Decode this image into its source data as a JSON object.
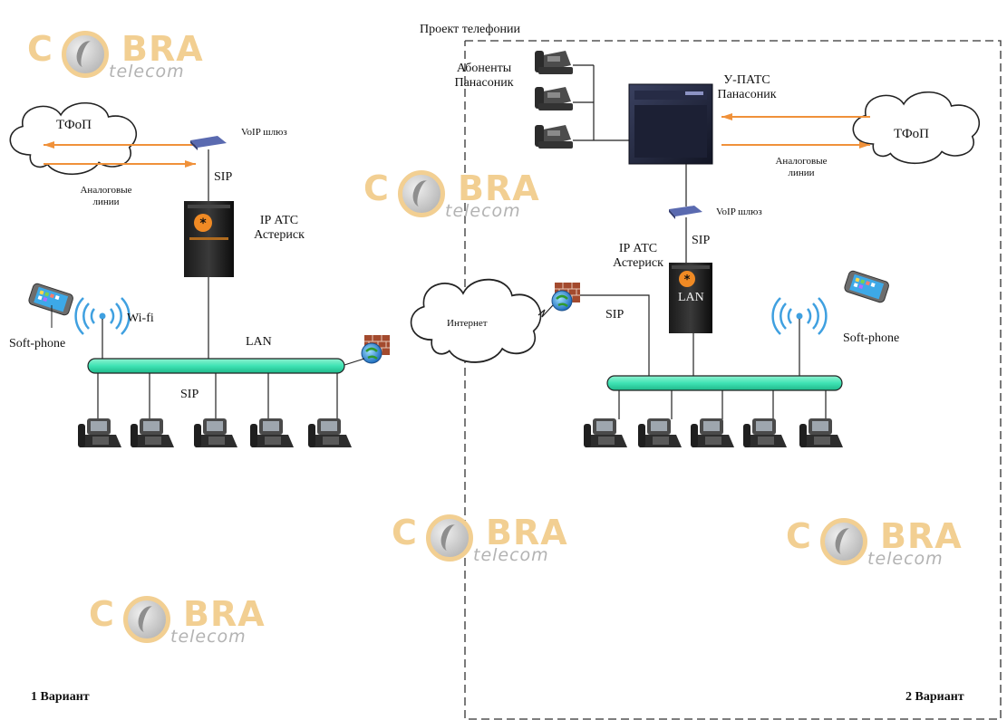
{
  "watermark": {
    "brand": "COBRA",
    "c": "C",
    "bra": "BRA",
    "sub": "telecom"
  },
  "project_frame_label": "Проект телефонии",
  "variant1": {
    "pstn": "ТФоП",
    "gateway": "VoIP шлюз",
    "analog_lines": [
      "Аналоговые",
      "линии"
    ],
    "sip_top": "SIP",
    "ip_pbx": [
      "IP АТС",
      "Астериск"
    ],
    "wifi": "Wi-fi",
    "softphone": "Soft-phone",
    "lan": "LAN",
    "sip_bottom": "SIP",
    "footer": "1 Вариант"
  },
  "internet": "Интернет",
  "variant2": {
    "subscribers": [
      "Абоненты",
      "Панасоник"
    ],
    "pbx": [
      "У-ПАТС",
      "Панасоник"
    ],
    "pstn": "ТФоП",
    "analog_lines": [
      "Аналоговые",
      "линии"
    ],
    "gateway": "VoIP шлюз",
    "sip_gw": "SIP",
    "ip_pbx": [
      "IP АТС",
      "Астериск"
    ],
    "lan": "LAN",
    "sip_left": "SIP",
    "softphone": "Soft-phone",
    "footer": "2 Вариант"
  },
  "colors": {
    "lan_bus": "#3fe3b4",
    "analog_arrow": "#f0913a",
    "wifi": "#3fa0e0",
    "watermark": "#f2cf92"
  }
}
